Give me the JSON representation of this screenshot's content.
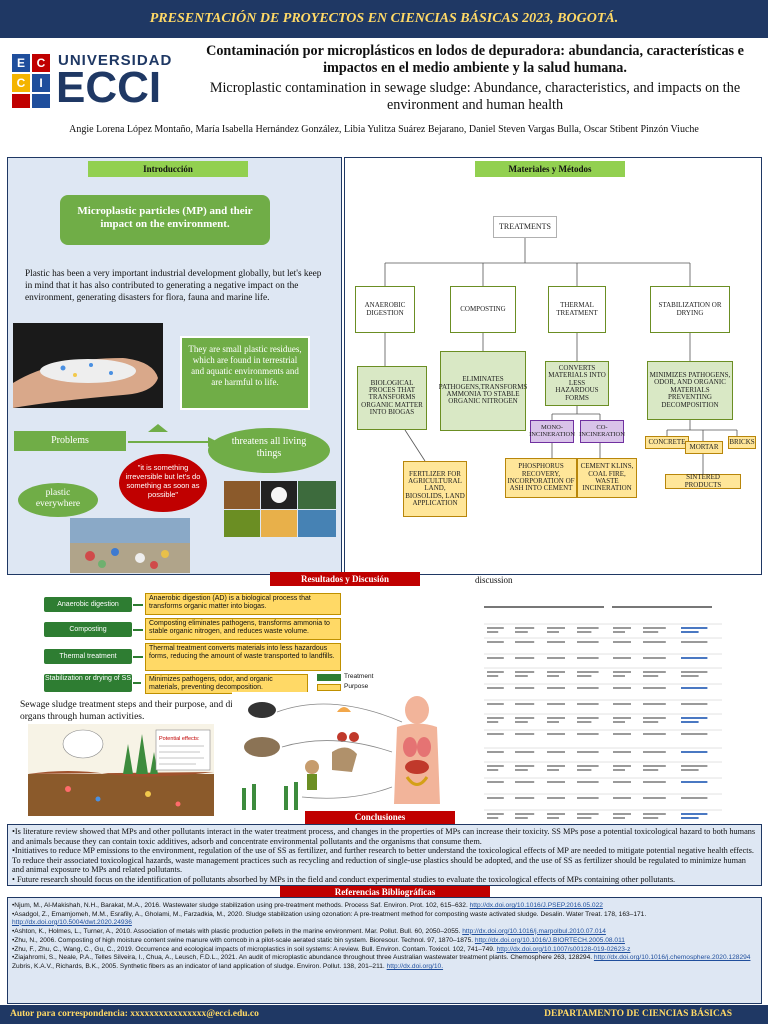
{
  "banner": "PRESENTACIÓN DE PROYECTOS EN CIENCIAS BÁSICAS 2023, BOGOTÁ.",
  "logo": {
    "letters": [
      "E",
      "C",
      "C",
      "I"
    ],
    "universidad": "UNIVERSIDAD",
    "name": "ECCI"
  },
  "title_es": "Contaminación por microplásticos en lodos de depuradora: abundancia, características e impactos en el medio ambiente y la salud humana.",
  "title_en": "Microplastic contamination in sewage sludge: Abundance, characteristics, and impacts on the environment and human health",
  "authors": "Angie Lorena López Montaño, María Isabella Hernández González, Libia Yulitza Suárez Bejarano, Daniel Steven Vargas Bulla, Oscar Stibent Pinzón Viuche",
  "intro": {
    "heading": "Introducción",
    "mp_box": "Microplastic particles (MP) and their impact on the environment.",
    "paragraph": "Plastic has been a very important industrial development globally, but let's keep in mind that it has also contributed to generating a negative impact on the environment, generating disasters for flora, fauna and marine life.",
    "small_box": "They are small plastic residues, which are found in terrestrial and aquatic environments and are harmful to life.",
    "problems": "Problems",
    "threatens": "threatens all living things",
    "quote": "\"it is something irreversible but let's do something as soon as possible\"",
    "plastic_everywhere": "plastic everywhere"
  },
  "methods": {
    "heading": "Materiales y Métodos",
    "treatments": "TREATMENTS",
    "anaerobic": "ANAEROBIC DIGESTION",
    "composting": "COMPOSTING",
    "thermal": "THERMAL TREATMENT",
    "stabilization": "STABILIZATION OR DRYING",
    "biological": "BIOLOGICAL PROCES THAT TRANSFORMS ORGANIC MATTER INTO BIOGAS",
    "eliminates": "ELIMINATES PATHOGENS,TRANSFORMS AMMONIA TO STABLE ORGANIC NITROGEN",
    "converts": "CONVERTS MATERIALS INTO LESS HAZARDOUS FORMS",
    "minimizes": "MINIMIZES PATHOGENS, ODOR, AND ORGANIC MATERIALS PREVENTING DECOMPOSITION",
    "mono": "MONO-INCINERATION",
    "co": "CO-INCINERATION",
    "fertilizer": "FERTLIZER FOR AGRICULTURAL LAND, BIOSOLIDS, LAND APPLICATION",
    "phosphorus": "PHOSPHORUS RECOVERY, INCORPORATION OF ASH INTO CEMENT",
    "cement": "CEMENT KLINS, COAL FIRE, WASTE INCINERATION",
    "concrete": "CONCRETE",
    "mortar": "MORTAR",
    "bricks": "BRICKS",
    "sintered": "SINTERED PRODUCTS"
  },
  "results": {
    "heading": "Resultados y Discusión",
    "discussion_label": "discussion",
    "stages": [
      {
        "name": "Anaerobic digestion",
        "desc": "Anaerobic digestion (AD) is a biological process that transforms organic matter into biogas."
      },
      {
        "name": "Composting",
        "desc": "Composting eliminates pathogens, transforms ammonia to stable organic nitrogen, and reduces waste volume."
      },
      {
        "name": "Thermal treatment",
        "desc": "Thermal treatment converts materials into less hazardous forms, reducing the amount of waste transported to landfills."
      },
      {
        "name": "Stabilization or drying of SS",
        "desc": "Minimizes pathogens, odor, and organic materials, preventing decomposition."
      }
    ],
    "legend": {
      "treatment": "Treatment",
      "purpose": "Purpose"
    },
    "caption": "Sewage sludge treatment steps and their purpose, and diagrammatic depiction of the path of MPs into human organs through human activities.",
    "potential_effects": "Potential effects:"
  },
  "conclusions": {
    "heading": "Conclusiones",
    "p1": "•Is literature review showed that MPs and other pollutants interact in the water treatment process, and changes in the properties of MPs can increase their toxicity. SS MPs pose a potential toxicological hazard to both humans and animals because they can contain toxic additives, adsorb and concentrate environmental pollutants and the organisms that consume them.",
    "p2": "•Initiatives to reduce MP emissions to the environment, regulation of the use of SS as fertilizer, and further research to better understand the toxicological effects of MP are needed to mitigate potential negative health effects. To reduce their associated toxicological hazards, waste management practices such as recycling and reduction of single-use plastics should be adopted, and the use of SS as fertilizer should be regulated to minimize human and animal exposure to MPs and related pollutants.",
    "p3": "• Future research should focus on  the identification of pollutants absorbed by MPs in the field  and conduct experimental studies to evaluate the toxicological effects of MPs containing other pollutants."
  },
  "references": {
    "heading": "Referencias Bibliográficas",
    "items": [
      {
        "text": "•Njum, M., Al-Makishah, N.H., Barakat, M.A., 2016. Wastewater sludge stabilization using pre-treatment methods. Process Saf. Environ. Prot. 102, 615–632. ",
        "link": "http://dx.doi.org/10.1016/J.PSEP.2016.05.022"
      },
      {
        "text": "•Asadgol, Z., Emamjomeh, M.M., Esrafily, A., Gholami, M., Farzadkia, M., 2020. Sludge stabilization using ozonation: A pre-treatment method for composting waste activated sludge. Desalin. Water Treat. 178, 163–171. ",
        "link": "http://dx.doi.org/10.5004/dwt.2020.24936"
      },
      {
        "text": "•Ashton, K., Holmes, L., Turner, A., 2010. Association of metals with plastic production pellets in the marine environment. Mar. Pollut. Bull. 60, 2050–2055. ",
        "link": "http://dx.doi.org/10.1016/j.marpolbul.2010.07.014"
      },
      {
        "text": "•Zhu, N., 2006. Composting of high moisture content swine manure with corncob in a pilot-scale aerated static bin system. Bioresour. Technol. 97, 1870–1875. ",
        "link": "http://dx.doi.org/10.1016/J.BIORTECH.2005.08.011"
      },
      {
        "text": "•Zhu, F., Zhu, C., Wang, C., Gu, C., 2019. Occurrence and ecological impacts of microplastics in soil systems: A review. Bull. Environ. Contam. Toxicol. 102, 741–749. ",
        "link": "http://dx.doi.org/10.1007/s00128-019-02623-z"
      },
      {
        "text": "•Ziajahromi, S., Neale, P.A., Telles Silveira, I., Chua, A., Leusch, F.D.L., 2021. An audit of microplastic abundance throughout three Australian wastewater treatment plants. Chemosphere 263, 128294. ",
        "link": "http://dx.doi.org/10.1016/j.chemosphere.2020.128294"
      },
      {
        "text": "Zubris, K.A.V., Richards, B.K., 2005. Synthetic fibers as an indicator of land application of sludge. Environ. Pollut. 138, 201–211. ",
        "link": "http://dx.doi.org/10."
      }
    ]
  },
  "footer": {
    "contact": "Autor para correspondencia: xxxxxxxxxxxxxxxx@ecci.edu.co",
    "department": "DEPARTAMENTO DE CIENCIAS BÁSICAS"
  },
  "colors": {
    "navy": "#1f3864",
    "gold": "#ffd966",
    "green": "#70ad47",
    "red": "#c00000"
  }
}
